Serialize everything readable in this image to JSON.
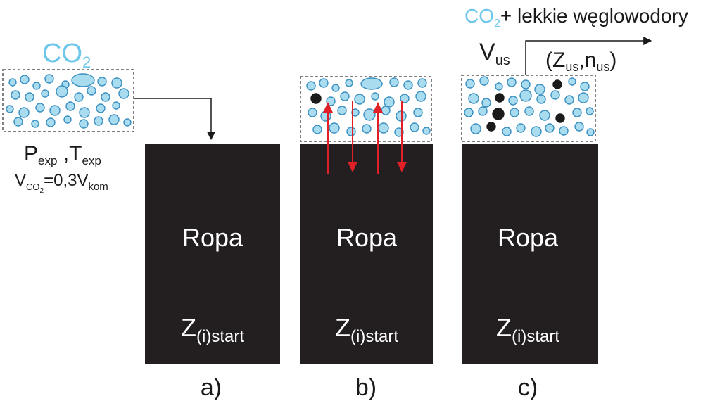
{
  "colors": {
    "oil": "#231f20",
    "bubble_fill": "#a9dcef",
    "bubble_stroke": "#3a8fc0",
    "dark_molecule": "#1b1b1b",
    "arrow_red": "#e01f26",
    "co2_label": "#6cc7ea",
    "text": "#1a1a1a",
    "oil_text": "#ffffff"
  },
  "panel_a": {
    "gas_label_main": "CO",
    "gas_label_sub": "2",
    "p_main": "P",
    "p_sub": "exp",
    "sep": " ,",
    "t_main": "T",
    "t_sub": "exp",
    "v_main": "V",
    "v_sub": "CO",
    "v_subsub": "2",
    "v_eq": "=0,3V",
    "v_kom": "kom",
    "oil_label": "Ropa",
    "z_main": "Z",
    "z_sub": "(i)start",
    "caption": "a)"
  },
  "panel_b": {
    "oil_label": "Ropa",
    "z_main": "Z",
    "z_sub": "(i)start",
    "caption": "b)"
  },
  "panel_c": {
    "top_co": "CO",
    "top_sub": "2",
    "top_rest": "+ lekkie węglowodory",
    "vus_main": "V",
    "vus_sub": "us",
    "paren_open": "(Z",
    "zus_sub": "us",
    "comma_n": ",n",
    "nus_sub": "us",
    "paren_close": ")",
    "oil_label": "Ropa",
    "z_main": "Z",
    "z_sub": "(i)start",
    "caption": "c)"
  }
}
